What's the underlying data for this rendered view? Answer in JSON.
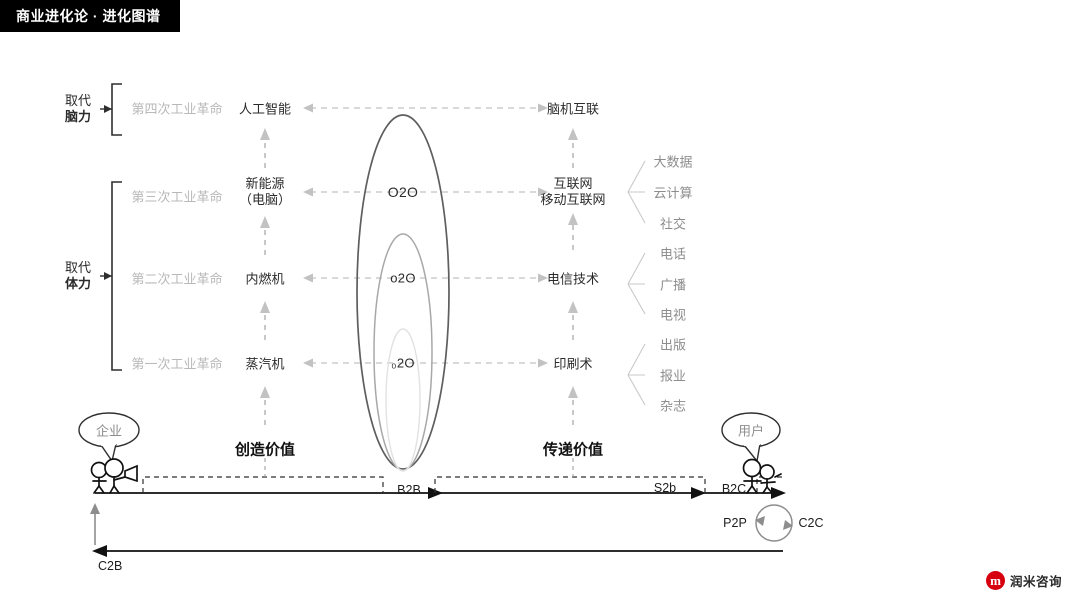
{
  "header": {
    "title": "商业进化论 · 进化图谱"
  },
  "left_axis": {
    "groups": [
      {
        "line1": "取代",
        "line2": "脑力"
      },
      {
        "line1": "取代",
        "line2": "体力"
      }
    ]
  },
  "revolutions": [
    {
      "era": "第四次工业革命",
      "tech": "人工智能",
      "tech2": ""
    },
    {
      "era": "第三次工业革命",
      "tech": "新能源",
      "tech2": "（电脑）"
    },
    {
      "era": "第二次工业革命",
      "tech": "内燃机",
      "tech2": ""
    },
    {
      "era": "第一次工业革命",
      "tech": "蒸汽机",
      "tech2": ""
    }
  ],
  "ellipses": [
    {
      "label": "O2O"
    },
    {
      "label": "o2O"
    },
    {
      "label": "₀2O"
    }
  ],
  "info_column": [
    {
      "main": "脑机互联",
      "main2": "",
      "children": []
    },
    {
      "main": "互联网",
      "main2": "移动互联网",
      "children": [
        "大数据",
        "云计算",
        "社交"
      ]
    },
    {
      "main": "电信技术",
      "main2": "",
      "children": [
        "电话",
        "广播",
        "电视"
      ]
    },
    {
      "main": "印刷术",
      "main2": "",
      "children": [
        "出版",
        "报业",
        "杂志"
      ]
    }
  ],
  "value_chain": {
    "create_label": "创造价值",
    "deliver_label": "传递价值",
    "enterprise_bubble": "企业",
    "user_bubble": "用户",
    "b2b": "B2B",
    "s2b": "S2b",
    "b2c": "B2C",
    "p2p": "P2P",
    "c2c": "C2C",
    "c2b": "C2B"
  },
  "logo": {
    "mark": "m",
    "name": "润米咨询",
    "color": "#d6000f"
  },
  "colors": {
    "ellipse_outer": "#5e5e5e",
    "ellipse_mid": "#a8a8a8",
    "ellipse_inner": "#dedede",
    "dashed_arrow": "#c2c2c2",
    "bracket": "#333333",
    "branch": "#c9c9c9"
  }
}
